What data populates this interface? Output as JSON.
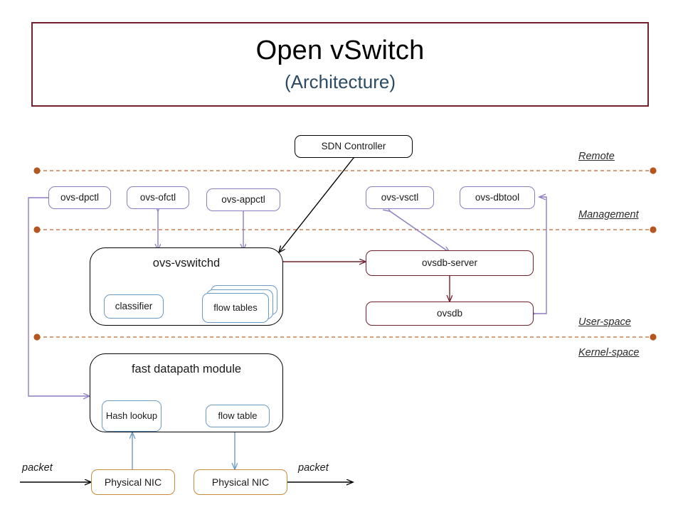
{
  "title": {
    "main": "Open vSwitch",
    "sub": "(Architecture)",
    "border_color": "#70212d",
    "sub_color": "#2b4a63"
  },
  "zones": [
    {
      "name": "remote",
      "label": "Remote"
    },
    {
      "name": "management",
      "label": "Management"
    },
    {
      "name": "user-space",
      "label": "User-space"
    },
    {
      "name": "kernel-space",
      "label": "Kernel-space"
    }
  ],
  "nodes": {
    "sdn_controller": "SDN Controller",
    "ovs_dpctl": "ovs-dpctl",
    "ovs_ofctl": "ovs-ofctl",
    "ovs_appctl": "ovs-appctl",
    "ovs_vsctl": "ovs-vsctl",
    "ovs_dbtool": "ovs-dbtool",
    "ovs_vswitchd": "ovs-vswitchd",
    "classifier": "classifier",
    "flow_tables": "flow tables",
    "ovsdb_server": "ovsdb-server",
    "ovsdb": "ovsdb",
    "fast_datapath_module": "fast datapath module",
    "hash_lookup": "Hash lookup",
    "flow_table": "flow table",
    "physical_nic_left": "Physical NIC",
    "physical_nic_right": "Physical NIC"
  },
  "packet_labels": {
    "ingress": "packet",
    "egress": "packet"
  },
  "colors": {
    "maroon": "#70212d",
    "purple": "#8e7cc3",
    "blue": "#6b9ac4",
    "orange": "#c98a3c",
    "dashed_line": "#c0642a",
    "black": "#000000"
  }
}
